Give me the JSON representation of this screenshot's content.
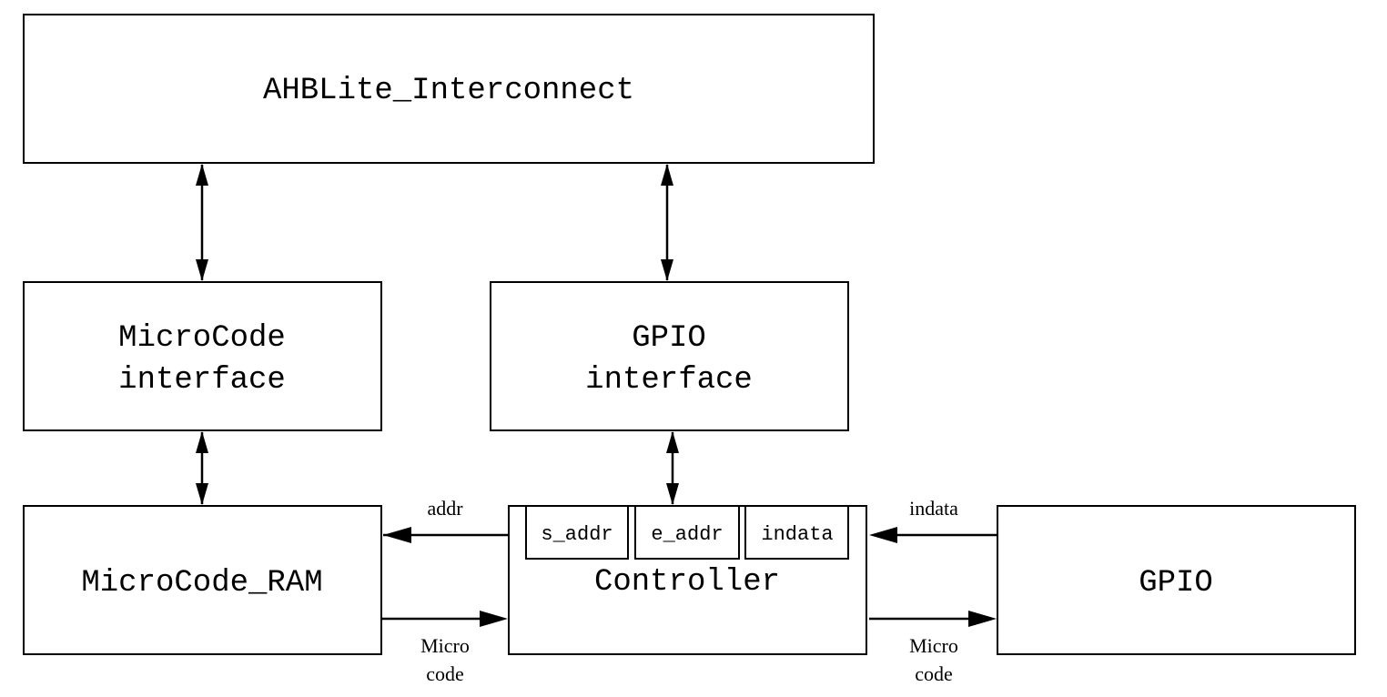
{
  "blocks": {
    "ahb": "AHBLite_Interconnect",
    "microcode_interface": [
      "MicroCode",
      "interface"
    ],
    "gpio_interface": [
      "GPIO",
      "interface"
    ],
    "microcode_ram": "MicroCode_RAM",
    "controller": "Controller",
    "controller_registers": [
      "s_addr",
      "e_addr",
      "indata"
    ],
    "gpio": "GPIO"
  },
  "signals": {
    "addr": "addr",
    "indata": "indata",
    "microcode_left": [
      "Micro",
      "code"
    ],
    "microcode_right": [
      "Micro",
      "code"
    ]
  }
}
